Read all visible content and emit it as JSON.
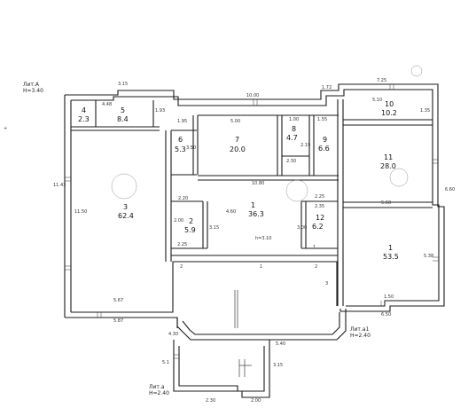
{
  "liters": {
    "a": {
      "name": "Лит.А",
      "height": "Н=3.40"
    },
    "a1": {
      "name": "Лит.а1",
      "height": "Н=2.40"
    },
    "a2": {
      "name": "Лит.а",
      "height": "Н=2.40"
    }
  },
  "rooms": [
    {
      "id": "1",
      "area": "36.3"
    },
    {
      "id": "2",
      "area": "5.9"
    },
    {
      "id": "3",
      "area": "62.4"
    },
    {
      "id": "4",
      "area": "2.3"
    },
    {
      "id": "5",
      "area": "8.4"
    },
    {
      "id": "6",
      "area": "5.3"
    },
    {
      "id": "7",
      "area": "20.0"
    },
    {
      "id": "8",
      "area": "4.7"
    },
    {
      "id": "9",
      "area": "6.6"
    },
    {
      "id": "10",
      "area": "10.2"
    },
    {
      "id": "11",
      "area": "28.0"
    },
    {
      "id": "12",
      "area": "6.2"
    },
    {
      "id": "1",
      "area": "53.5"
    }
  ],
  "dims": {
    "d_315": "3.15",
    "d_1000": "10.00",
    "d_725": "7.25",
    "d_172": "1.72",
    "d_448": "4.48",
    "d_193": "1.93",
    "d_195a": "1.95",
    "d_500": "5.00",
    "d_100": "1.00",
    "d_155": "1.55",
    "d_510": "5.10",
    "d_135": "1.35",
    "d_350": "3.50",
    "d_219": "2.19",
    "d_230": "2.30",
    "d_1080": "10.80",
    "d_225a": "2.25",
    "d_235": "2.35",
    "d_1143": "11.43",
    "d_1150": "11.50",
    "d_220": "2.20",
    "d_460": "4.60",
    "d_200a": "2.00",
    "d_315b": "3.15",
    "d_300": "3.00",
    "d_225b": "2.25",
    "d_h310": "h=3.10",
    "d_560": "5.60",
    "d_660": "6.60",
    "d_538": "5.38",
    "d_567": "5.67",
    "d_587": "5.87",
    "d_150": "1.50",
    "d_650": "6.50",
    "d_540": "5.40",
    "d_51": "5.1",
    "d_315c": "3.15",
    "d_230b": "2.30",
    "d_200b": "2.00",
    "d_430": "4.30",
    "door_1a": "1",
    "door_1b": "1",
    "door_2a": "2",
    "door_2b": "2",
    "door_3": "3"
  }
}
